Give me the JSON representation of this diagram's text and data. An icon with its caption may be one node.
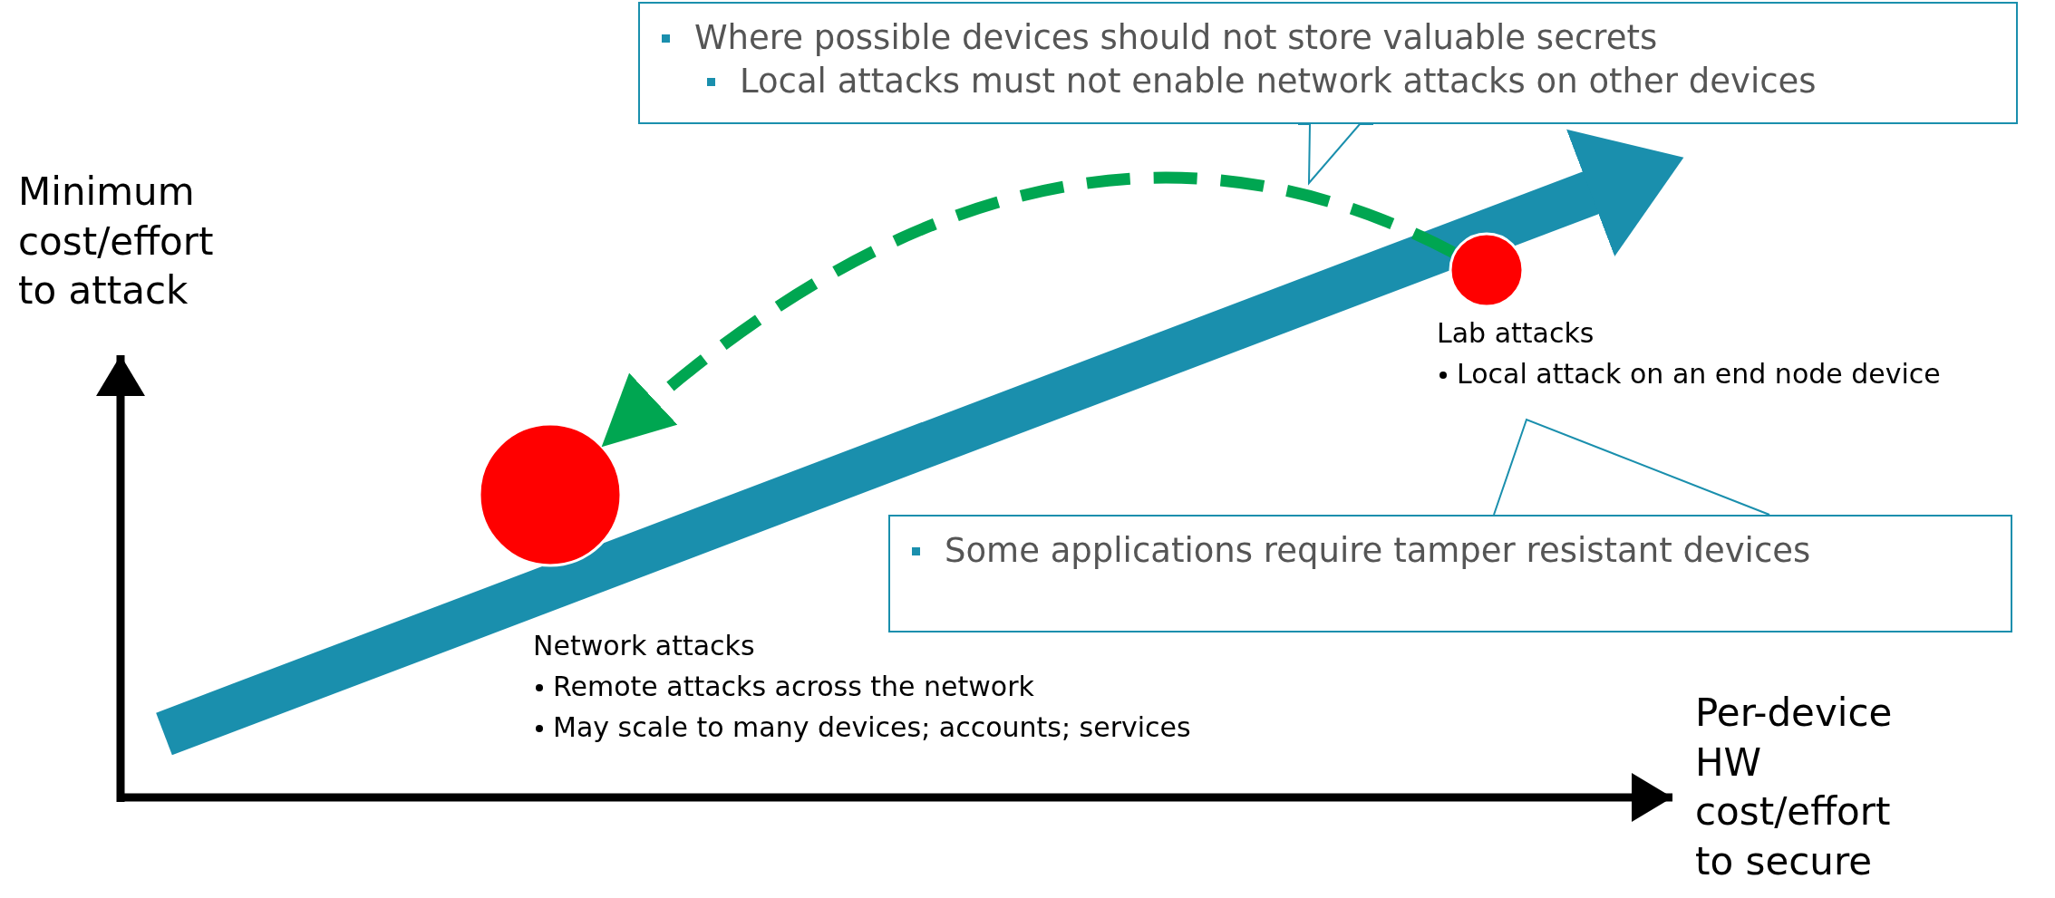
{
  "diagram": {
    "nodes": [
      {
        "text": [
          "Where possible devices should not store valuable secrets",
          "Local attacks must not enable network attacks on other devices"
        ]
      },
      {
        "text": [],
        "shape": "circle",
        "beside": [
          "Lab attacks",
          "Local attack on an end node device"
        ]
      },
      {
        "text": [
          "Some applications require tamper resistant devices"
        ]
      },
      {
        "text": [],
        "shape": "circle",
        "beside": [
          "Network attacks",
          "Remote attacks across the network",
          "May scale to many devices; accounts; services"
        ]
      }
    ],
    "edges": [
      {
        "from": 1,
        "to": 3,
        "arrow": "to",
        "style": "dashed",
        "color": "#00a651"
      }
    ],
    "labels": [
      "Minimum cost/effort to attack",
      "Per-device HW cost/effort to secure"
    ]
  }
}
